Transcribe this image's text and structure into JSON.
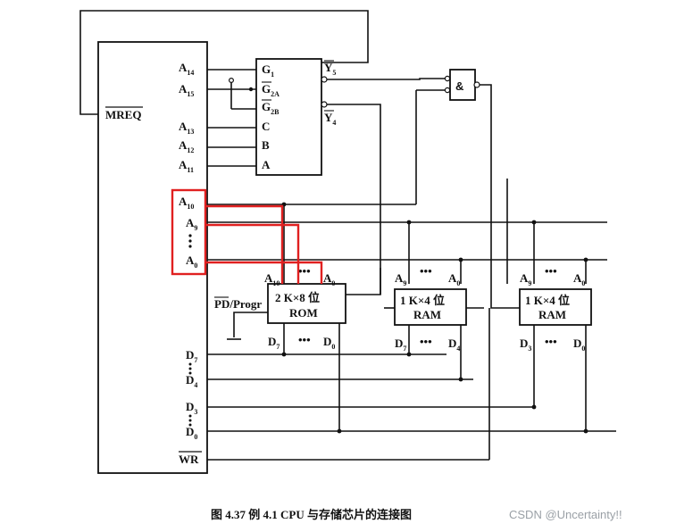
{
  "cpu": {
    "mreq": "MREQ",
    "addr_pins": [
      {
        "base": "A",
        "sub": "14"
      },
      {
        "base": "A",
        "sub": "15"
      },
      {
        "base": "A",
        "sub": "13"
      },
      {
        "base": "A",
        "sub": "12"
      },
      {
        "base": "A",
        "sub": "11"
      },
      {
        "base": "A",
        "sub": "10"
      },
      {
        "base": "A",
        "sub": "9"
      },
      {
        "base": "A",
        "sub": "0"
      }
    ],
    "data_pins": [
      {
        "base": "D",
        "sub": "7"
      },
      {
        "base": "D",
        "sub": "4"
      },
      {
        "base": "D",
        "sub": "3"
      },
      {
        "base": "D",
        "sub": "0"
      }
    ],
    "wr": "WR"
  },
  "decoder": {
    "inputs": [
      {
        "base": "G",
        "sub": "1"
      },
      {
        "base": "G",
        "sub": "2A"
      },
      {
        "base": "G",
        "sub": "2B"
      },
      {
        "base": "C",
        "sub": ""
      },
      {
        "base": "B",
        "sub": ""
      },
      {
        "base": "A",
        "sub": ""
      }
    ],
    "outputs": [
      {
        "base": "Y",
        "sub": "5"
      },
      {
        "base": "Y",
        "sub": "4"
      }
    ]
  },
  "and_gate": {
    "symbol": "&"
  },
  "rom": {
    "line1": "2 K×8 位",
    "line2": "ROM",
    "addr_hi": {
      "base": "A",
      "sub": "10"
    },
    "addr_lo": {
      "base": "A",
      "sub": "0"
    },
    "data_hi": {
      "base": "D",
      "sub": "7"
    },
    "data_lo": {
      "base": "D",
      "sub": "0"
    },
    "pd_label": "PD/Progr"
  },
  "ram1": {
    "line1": "1 K×4 位",
    "line2": "RAM",
    "addr_hi": {
      "base": "A",
      "sub": "9"
    },
    "addr_lo": {
      "base": "A",
      "sub": "0"
    },
    "data_hi": {
      "base": "D",
      "sub": "7"
    },
    "data_lo": {
      "base": "D",
      "sub": "4"
    }
  },
  "ram2": {
    "line1": "1 K×4 位",
    "line2": "RAM",
    "addr_hi": {
      "base": "A",
      "sub": "9"
    },
    "addr_lo": {
      "base": "A",
      "sub": "0"
    },
    "data_hi": {
      "base": "D",
      "sub": "3"
    },
    "data_lo": {
      "base": "D",
      "sub": "0"
    }
  },
  "ellipsis": "•••",
  "caption": "图 4.37   例 4.1 CPU 与存储芯片的连接图",
  "watermark": "CSDN @Uncertainty!!"
}
